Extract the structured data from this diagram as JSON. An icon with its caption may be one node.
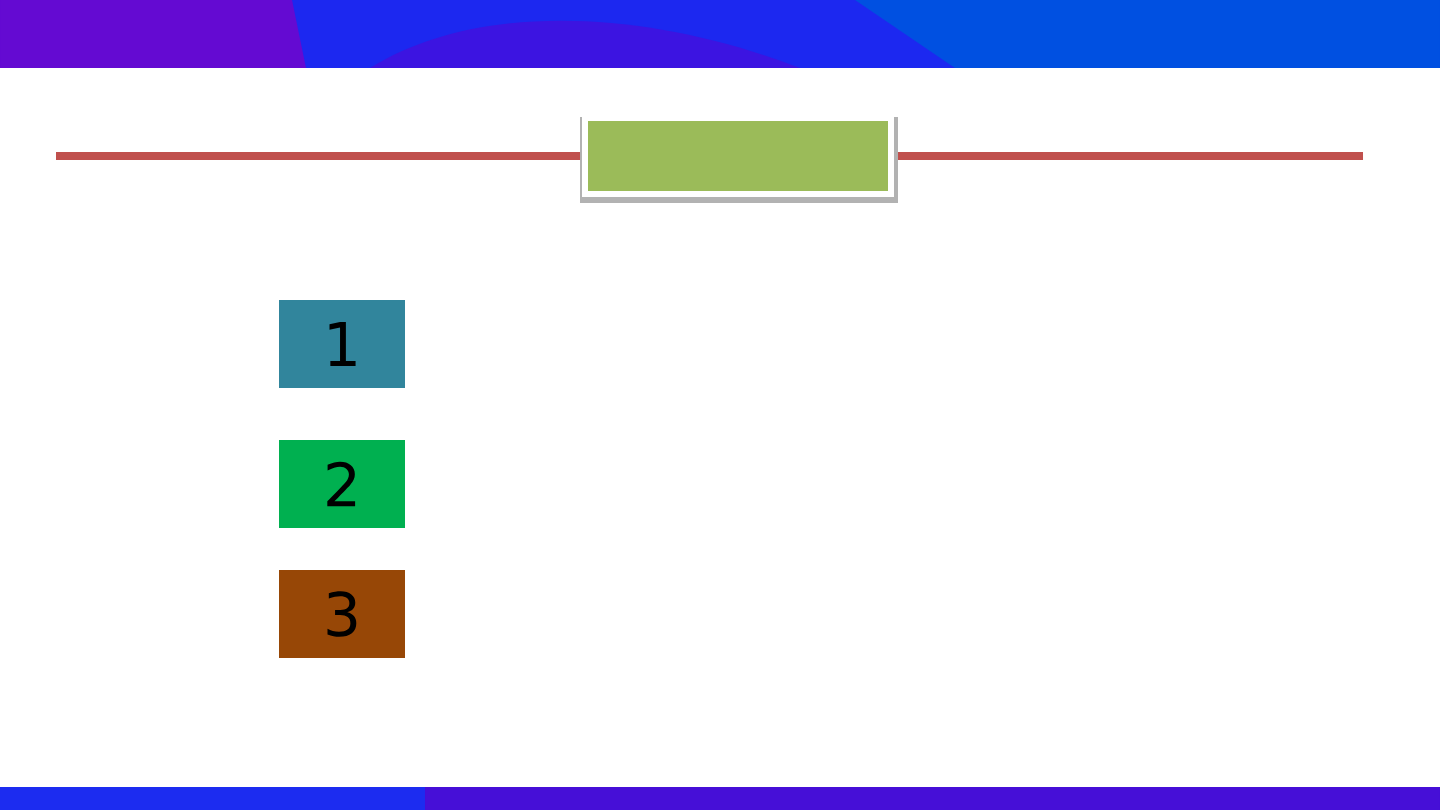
{
  "diagram": {
    "nodes": [
      {
        "text": [],
        "shape": "box"
      },
      {
        "text": [
          "1"
        ]
      },
      {
        "text": [
          "2"
        ]
      },
      {
        "text": [
          "3"
        ]
      }
    ]
  }
}
